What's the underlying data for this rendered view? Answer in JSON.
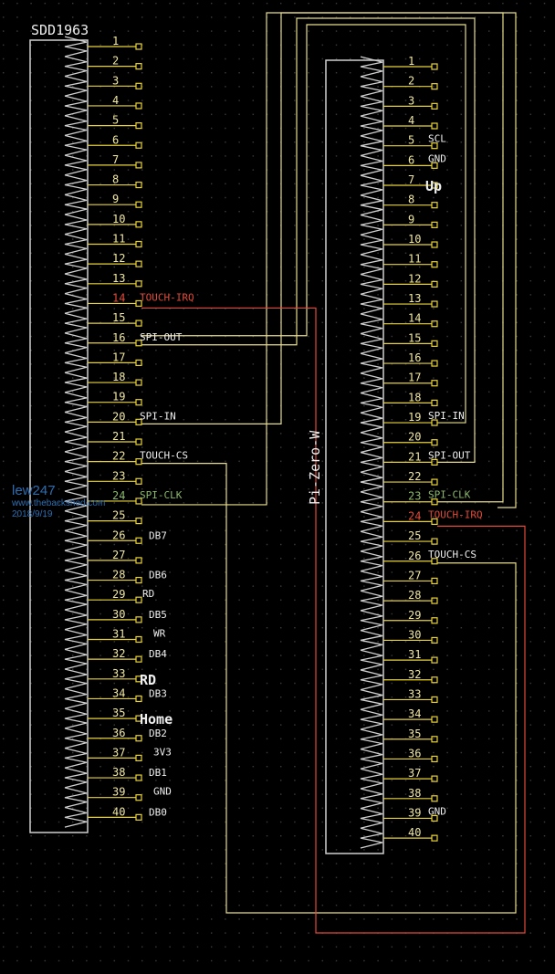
{
  "colors": {
    "background": "#000000",
    "grid_dot": "#3c3c3c",
    "outline": "#cfcfcf",
    "pin_number": "#f0e7a0",
    "pin_pad": "#e8d23a",
    "net_label": "#efefef",
    "wire_yellow": "#e7dc8a",
    "wire_red": "#e04a38",
    "wire_green": "#8bb86b",
    "watermark": "#2c6db0"
  },
  "left_connector": {
    "title": "SDD1963",
    "pins": [
      "1",
      "2",
      "3",
      "4",
      "5",
      "6",
      "7",
      "8",
      "9",
      "10",
      "11",
      "12",
      "13",
      "14",
      "15",
      "16",
      "17",
      "18",
      "19",
      "20",
      "21",
      "22",
      "23",
      "24",
      "25",
      "26",
      "27",
      "28",
      "29",
      "30",
      "31",
      "32",
      "33",
      "34",
      "35",
      "36",
      "37",
      "38",
      "39",
      "40"
    ],
    "pin_labels": [
      {
        "pin": 14,
        "text": "TOUCH-IRQ",
        "color": "red"
      },
      {
        "pin": 16,
        "text": "SPI-OUT"
      },
      {
        "pin": 20,
        "text": "SPI-IN"
      },
      {
        "pin": 22,
        "text": "TOUCH-CS"
      },
      {
        "pin": 24,
        "text": "SPI-CLK",
        "color": "green"
      },
      {
        "pin": 26,
        "text": "DB7"
      },
      {
        "pin": 28,
        "text": "DB6"
      },
      {
        "pin": 29,
        "text": "RD"
      },
      {
        "pin": 30,
        "text": "DB5"
      },
      {
        "pin": 31,
        "text": "WR"
      },
      {
        "pin": 32,
        "text": "DB4"
      },
      {
        "pin": 34,
        "text": "DB3"
      },
      {
        "pin": 36,
        "text": "DB2"
      },
      {
        "pin": 37,
        "text": "3V3"
      },
      {
        "pin": 38,
        "text": "DB1"
      },
      {
        "pin": 39,
        "text": "GND"
      },
      {
        "pin": 40,
        "text": "DB0"
      }
    ],
    "big_labels": [
      {
        "pin": 33,
        "text": "RD"
      },
      {
        "pin": 35,
        "text": "Home"
      }
    ]
  },
  "right_connector": {
    "title": "Pi-Zero-W",
    "pins": [
      "1",
      "2",
      "3",
      "4",
      "5",
      "6",
      "7",
      "8",
      "9",
      "10",
      "11",
      "12",
      "13",
      "14",
      "15",
      "16",
      "17",
      "18",
      "19",
      "20",
      "21",
      "22",
      "23",
      "24",
      "25",
      "26",
      "27",
      "28",
      "29",
      "30",
      "31",
      "32",
      "33",
      "34",
      "35",
      "36",
      "37",
      "38",
      "39",
      "40"
    ],
    "pin_labels": [
      {
        "pin": 5,
        "text": "SCL"
      },
      {
        "pin": 6,
        "text": "GND"
      },
      {
        "pin": 19,
        "text": "SPI-IN"
      },
      {
        "pin": 21,
        "text": "SPI-OUT"
      },
      {
        "pin": 23,
        "text": "SPI-CLK",
        "color": "green"
      },
      {
        "pin": 24,
        "text": "TOUCH-IRQ",
        "color": "red"
      },
      {
        "pin": 26,
        "text": "TOUCH-CS"
      },
      {
        "pin": 39,
        "text": "GND"
      }
    ],
    "big_labels": [
      {
        "pin": 7,
        "text": "Up"
      }
    ]
  },
  "watermark": {
    "name": "lew247",
    "site": "www.thebackshed.com",
    "date": "2018/9/19"
  }
}
